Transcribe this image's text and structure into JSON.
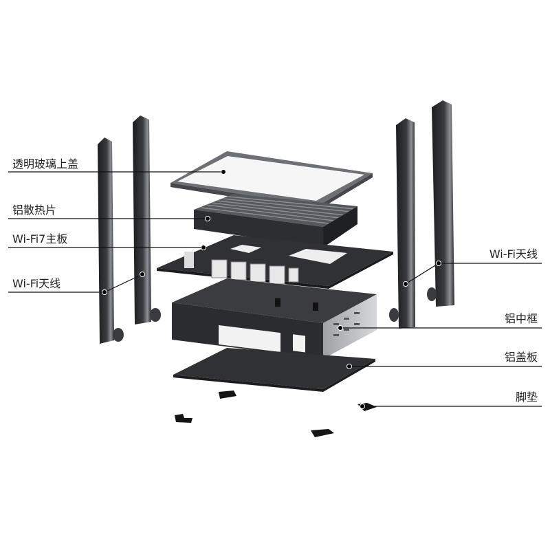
{
  "labels": {
    "glass_top_cover": "透明玻璃上盖",
    "aluminum_heatsink": "铝散热片",
    "wifi7_mainboard": "Wi-Fi7主板",
    "wifi_antenna_left": "Wi-Fi天线",
    "wifi_antenna_right": "Wi-Fi天线",
    "aluminum_middle_frame": "铝中框",
    "aluminum_cover_plate": "铝盖板",
    "foot_pads": "脚垫"
  },
  "colors": {
    "line": "#111111",
    "metal_dark": "#2b2d30",
    "metal_side": "#b9bcc0"
  }
}
